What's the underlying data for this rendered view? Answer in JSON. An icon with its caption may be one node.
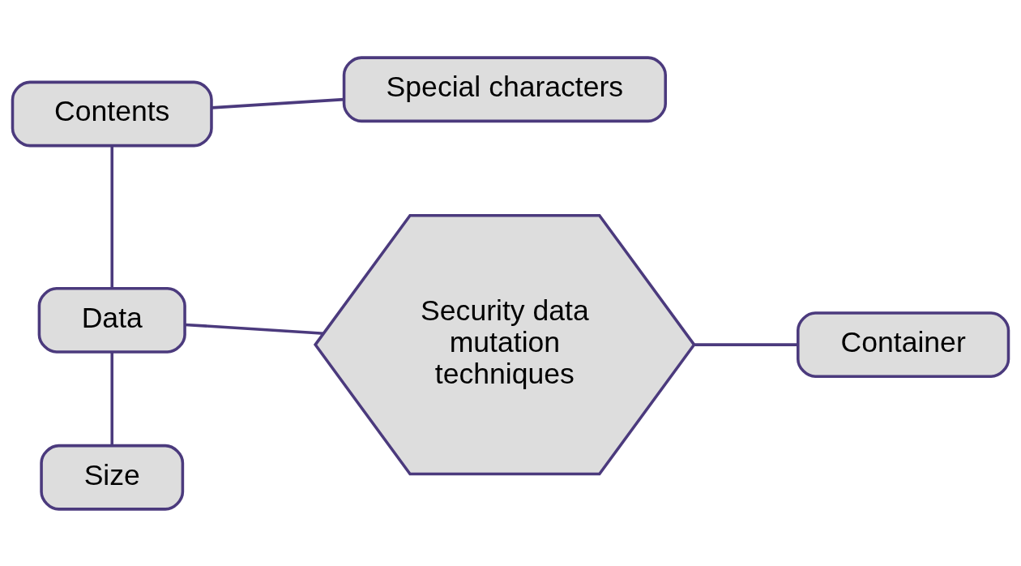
{
  "diagram": {
    "nodes": [
      {
        "text": [
          "Contents"
        ]
      },
      {
        "text": [
          "Special characters"
        ]
      },
      {
        "text": [
          "Security data mutation techniques"
        ]
      },
      {
        "text": [
          "Data"
        ]
      },
      {
        "text": [
          "Container"
        ]
      },
      {
        "text": [
          "Size"
        ]
      }
    ],
    "edges": [
      {
        "from": 0,
        "to": 1,
        "arrow": "none"
      },
      {
        "from": 0,
        "to": 3,
        "arrow": "none"
      },
      {
        "from": 3,
        "to": 2,
        "arrow": "none"
      },
      {
        "from": 2,
        "to": 4,
        "arrow": "none"
      },
      {
        "from": 3,
        "to": 5,
        "arrow": "none"
      }
    ]
  }
}
